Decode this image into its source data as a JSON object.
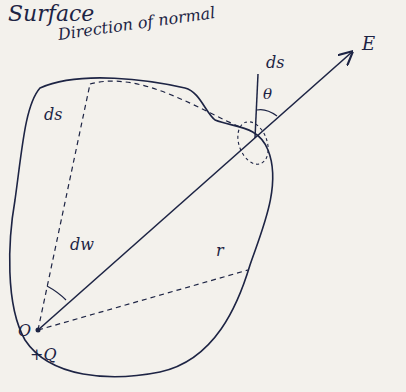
{
  "diagram": {
    "labels": [
      "Surface",
      "Direction of normal",
      "ds",
      "θ",
      "E",
      "ds",
      "dw",
      "r",
      "O",
      "+Q"
    ]
  }
}
